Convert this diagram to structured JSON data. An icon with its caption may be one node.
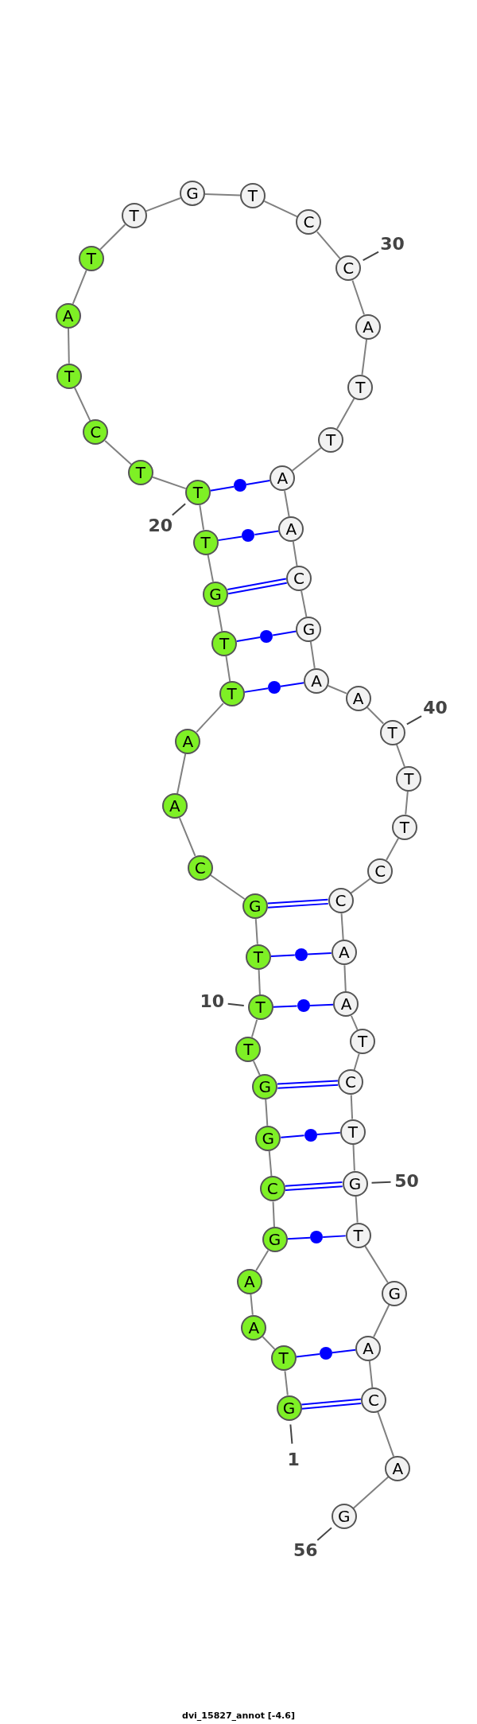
{
  "diagram": {
    "caption": "dvi_15827_annot [-4.6]",
    "nodes": [
      {
        "text": [
          "G"
        ],
        "beside": [
          "1"
        ]
      },
      {
        "text": [
          "T"
        ]
      },
      {
        "text": [
          "A"
        ]
      },
      {
        "text": [
          "A"
        ]
      },
      {
        "text": [
          "G"
        ]
      },
      {
        "text": [
          "C"
        ]
      },
      {
        "text": [
          "G"
        ]
      },
      {
        "text": [
          "G"
        ]
      },
      {
        "text": [
          "T"
        ]
      },
      {
        "text": [
          "T"
        ],
        "beside": [
          "10"
        ]
      },
      {
        "text": [
          "T"
        ]
      },
      {
        "text": [
          "G"
        ]
      },
      {
        "text": [
          "C"
        ]
      },
      {
        "text": [
          "A"
        ]
      },
      {
        "text": [
          "A"
        ]
      },
      {
        "text": [
          "T"
        ]
      },
      {
        "text": [
          "T"
        ]
      },
      {
        "text": [
          "G"
        ]
      },
      {
        "text": [
          "T"
        ]
      },
      {
        "text": [
          "T"
        ],
        "beside": [
          "20"
        ]
      },
      {
        "text": [
          "T"
        ]
      },
      {
        "text": [
          "C"
        ]
      },
      {
        "text": [
          "T"
        ]
      },
      {
        "text": [
          "A"
        ]
      },
      {
        "text": [
          "T"
        ]
      },
      {
        "text": [
          "T"
        ]
      },
      {
        "text": [
          "G"
        ]
      },
      {
        "text": [
          "T"
        ]
      },
      {
        "text": [
          "C"
        ]
      },
      {
        "text": [
          "C"
        ],
        "beside": [
          "30"
        ]
      },
      {
        "text": [
          "A"
        ]
      },
      {
        "text": [
          "T"
        ]
      },
      {
        "text": [
          "T"
        ]
      },
      {
        "text": [
          "A"
        ]
      },
      {
        "text": [
          "A"
        ]
      },
      {
        "text": [
          "C"
        ]
      },
      {
        "text": [
          "G"
        ]
      },
      {
        "text": [
          "A"
        ]
      },
      {
        "text": [
          "A"
        ]
      },
      {
        "text": [
          "T"
        ],
        "beside": [
          "40"
        ]
      },
      {
        "text": [
          "T"
        ]
      },
      {
        "text": [
          "T"
        ]
      },
      {
        "text": [
          "C"
        ]
      },
      {
        "text": [
          "C"
        ]
      },
      {
        "text": [
          "A"
        ]
      },
      {
        "text": [
          "A"
        ]
      },
      {
        "text": [
          "T"
        ]
      },
      {
        "text": [
          "C"
        ]
      },
      {
        "text": [
          "T"
        ]
      },
      {
        "text": [
          "G"
        ],
        "beside": [
          "50"
        ]
      },
      {
        "text": [
          "T"
        ]
      },
      {
        "text": [
          "G"
        ]
      },
      {
        "text": [
          "A"
        ]
      },
      {
        "text": [
          "C"
        ]
      },
      {
        "text": [
          "A"
        ]
      },
      {
        "text": [
          "G"
        ],
        "beside": [
          "56"
        ]
      },
      {
        "text": [],
        "shape": "circle"
      },
      {
        "text": [],
        "shape": "circle"
      },
      {
        "text": [],
        "shape": "circle"
      },
      {
        "text": [],
        "shape": "circle"
      },
      {
        "text": [],
        "shape": "circle"
      },
      {
        "text": [],
        "shape": "circle"
      },
      {
        "text": [],
        "shape": "circle"
      },
      {
        "text": [],
        "shape": "circle"
      },
      {
        "text": [],
        "shape": "circle"
      }
    ],
    "edges": [
      {
        "from": 0,
        "to": 1,
        "arrow": "none"
      },
      {
        "from": 1,
        "to": 2,
        "arrow": "none"
      },
      {
        "from": 2,
        "to": 3,
        "arrow": "none"
      },
      {
        "from": 3,
        "to": 4,
        "arrow": "none"
      },
      {
        "from": 4,
        "to": 5,
        "arrow": "none"
      },
      {
        "from": 5,
        "to": 6,
        "arrow": "none"
      },
      {
        "from": 6,
        "to": 7,
        "arrow": "none"
      },
      {
        "from": 7,
        "to": 8,
        "arrow": "none"
      },
      {
        "from": 8,
        "to": 9,
        "arrow": "none"
      },
      {
        "from": 9,
        "to": 10,
        "arrow": "none"
      },
      {
        "from": 10,
        "to": 11,
        "arrow": "none"
      },
      {
        "from": 11,
        "to": 12,
        "arrow": "none"
      },
      {
        "from": 12,
        "to": 13,
        "arrow": "none"
      },
      {
        "from": 13,
        "to": 14,
        "arrow": "none"
      },
      {
        "from": 14,
        "to": 15,
        "arrow": "none"
      },
      {
        "from": 15,
        "to": 16,
        "arrow": "none"
      },
      {
        "from": 16,
        "to": 17,
        "arrow": "none"
      },
      {
        "from": 17,
        "to": 18,
        "arrow": "none"
      },
      {
        "from": 18,
        "to": 19,
        "arrow": "none"
      },
      {
        "from": 19,
        "to": 20,
        "arrow": "none"
      },
      {
        "from": 20,
        "to": 21,
        "arrow": "none"
      },
      {
        "from": 21,
        "to": 22,
        "arrow": "none"
      },
      {
        "from": 22,
        "to": 23,
        "arrow": "none"
      },
      {
        "from": 23,
        "to": 24,
        "arrow": "none"
      },
      {
        "from": 24,
        "to": 25,
        "arrow": "none"
      },
      {
        "from": 25,
        "to": 26,
        "arrow": "none"
      },
      {
        "from": 26,
        "to": 27,
        "arrow": "none"
      },
      {
        "from": 27,
        "to": 28,
        "arrow": "none"
      },
      {
        "from": 28,
        "to": 29,
        "arrow": "none"
      },
      {
        "from": 29,
        "to": 30,
        "arrow": "none"
      },
      {
        "from": 30,
        "to": 31,
        "arrow": "none"
      },
      {
        "from": 31,
        "to": 32,
        "arrow": "none"
      },
      {
        "from": 32,
        "to": 33,
        "arrow": "none"
      },
      {
        "from": 33,
        "to": 34,
        "arrow": "none"
      },
      {
        "from": 34,
        "to": 35,
        "arrow": "none"
      },
      {
        "from": 35,
        "to": 36,
        "arrow": "none"
      },
      {
        "from": 36,
        "to": 37,
        "arrow": "none"
      },
      {
        "from": 37,
        "to": 38,
        "arrow": "none"
      },
      {
        "from": 38,
        "to": 39,
        "arrow": "none"
      },
      {
        "from": 39,
        "to": 40,
        "arrow": "none"
      },
      {
        "from": 40,
        "to": 41,
        "arrow": "none"
      },
      {
        "from": 41,
        "to": 42,
        "arrow": "none"
      },
      {
        "from": 42,
        "to": 43,
        "arrow": "none"
      },
      {
        "from": 43,
        "to": 44,
        "arrow": "none"
      },
      {
        "from": 44,
        "to": 45,
        "arrow": "none"
      },
      {
        "from": 45,
        "to": 46,
        "arrow": "none"
      },
      {
        "from": 46,
        "to": 47,
        "arrow": "none"
      },
      {
        "from": 47,
        "to": 48,
        "arrow": "none"
      },
      {
        "from": 48,
        "to": 49,
        "arrow": "none"
      },
      {
        "from": 49,
        "to": 50,
        "arrow": "none"
      },
      {
        "from": 50,
        "to": 51,
        "arrow": "none"
      },
      {
        "from": 51,
        "to": 52,
        "arrow": "none"
      },
      {
        "from": 52,
        "to": 53,
        "arrow": "none"
      },
      {
        "from": 53,
        "to": 54,
        "arrow": "none"
      },
      {
        "from": 54,
        "to": 55,
        "arrow": "none"
      },
      {
        "from": 0,
        "to": 53,
        "arrow": "none",
        "color": "#0000ff"
      },
      {
        "from": 5,
        "to": 49,
        "arrow": "none",
        "color": "#0000ff"
      },
      {
        "from": 7,
        "to": 47,
        "arrow": "none",
        "color": "#0000ff"
      },
      {
        "from": 11,
        "to": 43,
        "arrow": "none",
        "color": "#0000ff"
      },
      {
        "from": 17,
        "to": 35,
        "arrow": "none",
        "color": "#0000ff"
      },
      {
        "from": 19,
        "to": 56,
        "arrow": "none",
        "color": "#0000ff"
      },
      {
        "from": 56,
        "to": 33,
        "arrow": "none",
        "color": "#0000ff"
      },
      {
        "from": 18,
        "to": 57,
        "arrow": "none",
        "color": "#0000ff"
      },
      {
        "from": 57,
        "to": 34,
        "arrow": "none",
        "color": "#0000ff"
      },
      {
        "from": 16,
        "to": 58,
        "arrow": "none",
        "color": "#0000ff"
      },
      {
        "from": 58,
        "to": 36,
        "arrow": "none",
        "color": "#0000ff"
      },
      {
        "from": 15,
        "to": 59,
        "arrow": "none",
        "color": "#0000ff"
      },
      {
        "from": 59,
        "to": 37,
        "arrow": "none",
        "color": "#0000ff"
      },
      {
        "from": 10,
        "to": 60,
        "arrow": "none",
        "color": "#0000ff"
      },
      {
        "from": 60,
        "to": 44,
        "arrow": "none",
        "color": "#0000ff"
      },
      {
        "from": 9,
        "to": 61,
        "arrow": "none",
        "color": "#0000ff"
      },
      {
        "from": 61,
        "to": 45,
        "arrow": "none",
        "color": "#0000ff"
      },
      {
        "from": 6,
        "to": 62,
        "arrow": "none",
        "color": "#0000ff"
      },
      {
        "from": 62,
        "to": 48,
        "arrow": "none",
        "color": "#0000ff"
      },
      {
        "from": 4,
        "to": 63,
        "arrow": "none",
        "color": "#0000ff"
      },
      {
        "from": 63,
        "to": 50,
        "arrow": "none",
        "color": "#0000ff"
      },
      {
        "from": 1,
        "to": 64,
        "arrow": "none",
        "color": "#0000ff"
      },
      {
        "from": 64,
        "to": 52,
        "arrow": "none",
        "color": "#0000ff"
      }
    ]
  }
}
